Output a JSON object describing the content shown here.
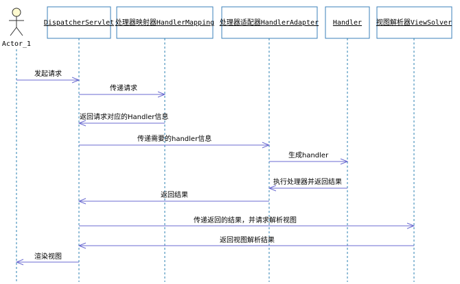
{
  "actor": {
    "name": "Actor_1"
  },
  "participants": [
    {
      "id": "dispatcher",
      "label": "DispatcherServlet"
    },
    {
      "id": "mapping",
      "label": "处理器映射器HandlerMapping"
    },
    {
      "id": "adapter",
      "label": "处理器适配器HandlerAdapter"
    },
    {
      "id": "handler",
      "label": "Handler"
    },
    {
      "id": "resolver",
      "label": "视图解析器ViewSolver"
    }
  ],
  "messages": [
    {
      "from": "actor",
      "to": "dispatcher",
      "label": "发起请求"
    },
    {
      "from": "dispatcher",
      "to": "mapping",
      "label": "传递请求"
    },
    {
      "from": "mapping",
      "to": "dispatcher",
      "label": "返回请求对应的Handler信息"
    },
    {
      "from": "dispatcher",
      "to": "adapter",
      "label": "传递需要的handler信息"
    },
    {
      "from": "adapter",
      "to": "handler",
      "label": "生成handler"
    },
    {
      "from": "handler",
      "to": "adapter",
      "label": "执行处理器并返回结果"
    },
    {
      "from": "adapter",
      "to": "dispatcher",
      "label": "返回结果"
    },
    {
      "from": "dispatcher",
      "to": "resolver",
      "label": "传递返回的结果，并请求解析视图"
    },
    {
      "from": "resolver",
      "to": "dispatcher",
      "label": "返回视图解析结果"
    },
    {
      "from": "dispatcher",
      "to": "actor",
      "label": "渲染视图"
    }
  ]
}
